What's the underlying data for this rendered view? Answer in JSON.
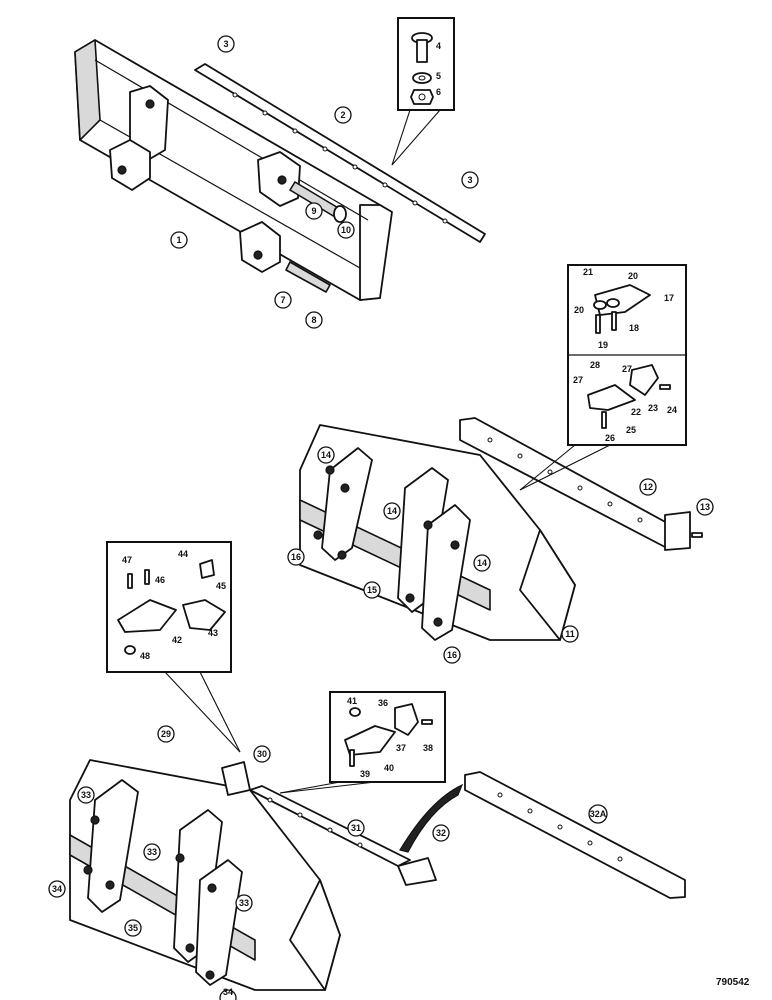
{
  "drawing_number": "790542",
  "callouts": {
    "c1": "1",
    "c2": "2",
    "c3a": "3",
    "c3b": "3",
    "c4": "4",
    "c5": "5",
    "c6": "6",
    "c7": "7",
    "c8": "8",
    "c9": "9",
    "c10": "10",
    "c11": "11",
    "c12": "12",
    "c13": "13",
    "c14a": "14",
    "c14b": "14",
    "c14c": "14",
    "c15": "15",
    "c16a": "16",
    "c16b": "16",
    "c17": "17",
    "c18": "18",
    "c19": "19",
    "c20a": "20",
    "c20b": "20",
    "c21": "21",
    "c22": "22",
    "c23": "23",
    "c24": "24",
    "c25": "25",
    "c26": "26",
    "c27a": "27",
    "c27b": "27",
    "c28": "28",
    "c29": "29",
    "c30": "30",
    "c31": "31",
    "c32": "32",
    "c32a": "32A",
    "c33a": "33",
    "c33b": "33",
    "c33c": "33",
    "c34a": "34",
    "c34b": "34",
    "c35": "35",
    "c36": "36",
    "c37": "37",
    "c38": "38",
    "c39": "39",
    "c40": "40",
    "c41": "41",
    "c42": "42",
    "c43": "43",
    "c44": "44",
    "c45": "45",
    "c46": "46",
    "c47": "47",
    "c48": "48"
  }
}
